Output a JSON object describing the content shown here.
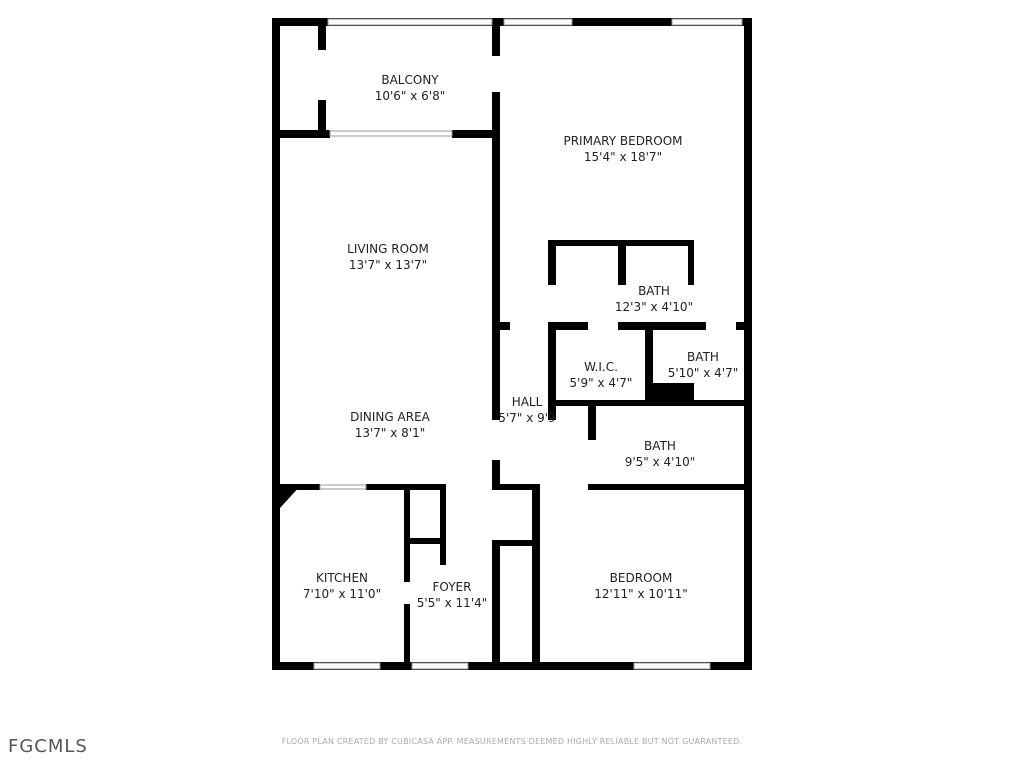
{
  "rooms": {
    "balcony": {
      "name": "BALCONY",
      "dims": "10'6\" x 6'8\""
    },
    "primary_bedroom": {
      "name": "PRIMARY BEDROOM",
      "dims": "15'4\" x 18'7\""
    },
    "living_room": {
      "name": "LIVING ROOM",
      "dims": "13'7\" x 13'7\""
    },
    "primary_bath": {
      "name": "BATH",
      "dims": "12'3\" x 4'10\""
    },
    "wic": {
      "name": "W.I.C.",
      "dims": "5'9\" x 4'7\""
    },
    "bath_small": {
      "name": "BATH",
      "dims": "5'10\" x 4'7\""
    },
    "hall": {
      "name": "HALL",
      "dims": "5'7\" x 9'9"
    },
    "dining_area": {
      "name": "DINING AREA",
      "dims": "13'7\" x 8'1\""
    },
    "bath_hall": {
      "name": "BATH",
      "dims": "9'5\" x 4'10\""
    },
    "kitchen": {
      "name": "KITCHEN",
      "dims": "7'10\" x 11'0\""
    },
    "foyer": {
      "name": "FOYER",
      "dims": "5'5\" x 11'4\""
    },
    "bedroom": {
      "name": "BEDROOM",
      "dims": "12'11\" x 10'11\""
    }
  },
  "footer": "FLOOR PLAN CREATED BY CUBICASA APP. MEASUREMENTS DEEMED HIGHLY RELIABLE BUT NOT GUARANTEED.",
  "logo": "FGCMLS",
  "colors": {
    "wall": "#000000",
    "window": "#ffffff"
  }
}
